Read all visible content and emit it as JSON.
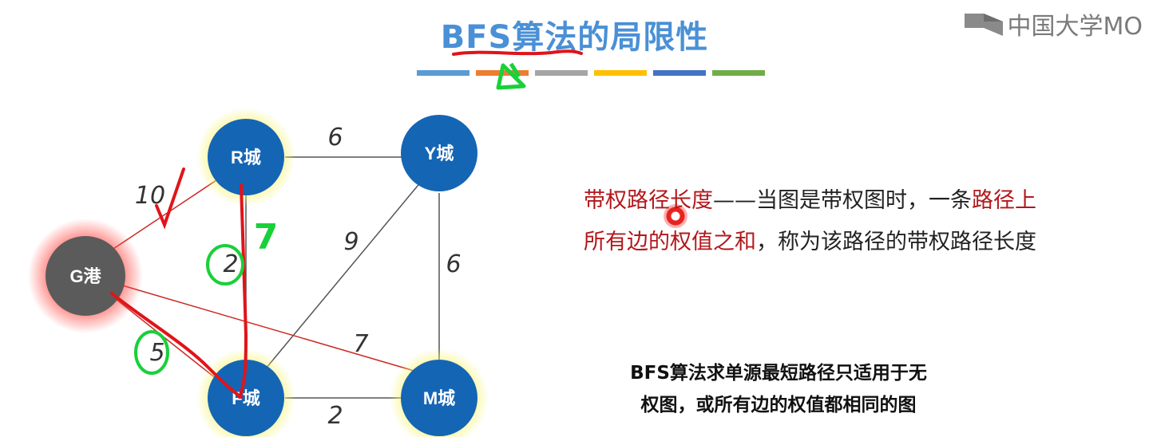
{
  "title": "BFS算法的局限性",
  "logo": {
    "text": "中国大学MO"
  },
  "color_bars": [
    "#5b9bd5",
    "#ed7d31",
    "#a5a5a5",
    "#ffc000",
    "#4472c4",
    "#70ad47"
  ],
  "graph": {
    "nodes": [
      {
        "id": "R",
        "label": "R城",
        "color": "#1565b5",
        "glow": "#f4f26a"
      },
      {
        "id": "Y",
        "label": "Y城",
        "color": "#1565b5",
        "glow": "none"
      },
      {
        "id": "G",
        "label": "G港",
        "color": "#5b5b5b",
        "glow": "#ff5a52"
      },
      {
        "id": "F",
        "label": "F城",
        "color": "#1565b5",
        "glow": "#f4f26a"
      },
      {
        "id": "M",
        "label": "M城",
        "color": "#1565b5",
        "glow": "#f4f26a"
      }
    ],
    "edges": [
      {
        "from": "R",
        "to": "Y",
        "weight": "6"
      },
      {
        "from": "G",
        "to": "R",
        "weight": "10"
      },
      {
        "from": "R",
        "to": "F",
        "weight": "2"
      },
      {
        "from": "F",
        "to": "Y",
        "weight": "9"
      },
      {
        "from": "Y",
        "to": "M",
        "weight": "6"
      },
      {
        "from": "G",
        "to": "M",
        "weight": "7"
      },
      {
        "from": "G",
        "to": "F",
        "weight": "5"
      },
      {
        "from": "F",
        "to": "M",
        "weight": "2"
      }
    ],
    "annotations": {
      "handwritten_7": "7",
      "handwritten_triangle": "Δ"
    }
  },
  "definition": {
    "part1": "带权路径长度",
    "part2": "——当图是带权图时，一条",
    "part3": "路径上",
    "part4": "所有边的权值之和",
    "part5": "，称为该路径的带权路径长度"
  },
  "note": {
    "line1": "BFS算法求单源最短路径只适用于无",
    "line2": "权图，或所有边的权值都相同的图"
  }
}
